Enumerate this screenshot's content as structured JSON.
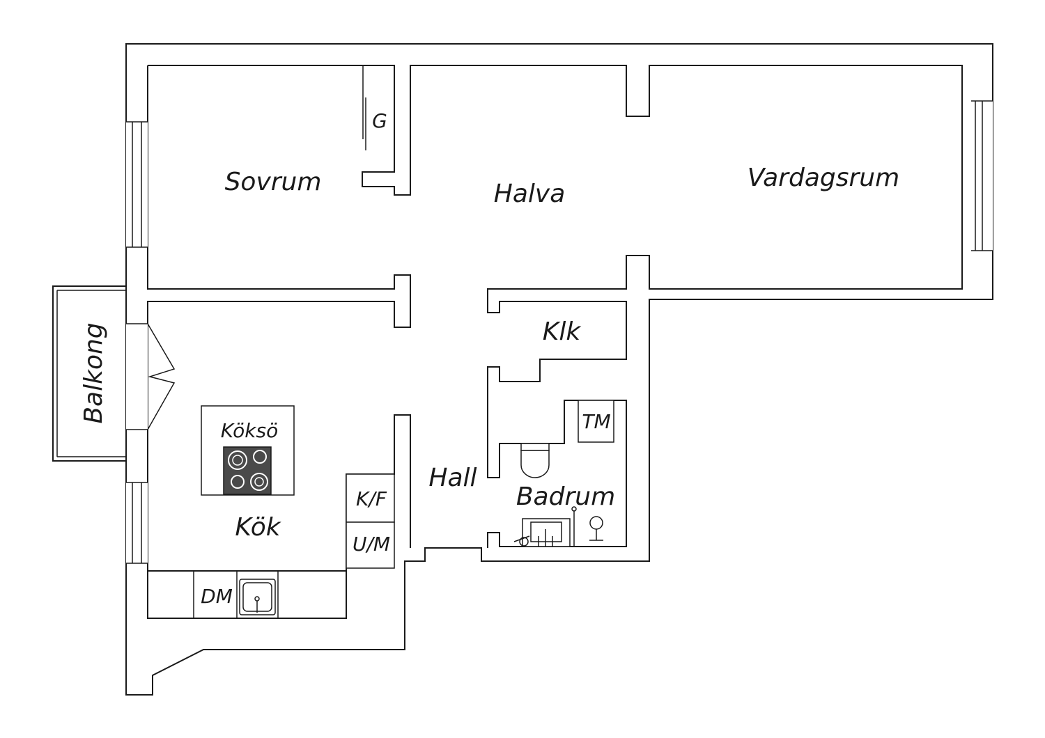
{
  "rooms": {
    "sovrum": "Sovrum",
    "halva": "Halva",
    "vardagsrum": "Vardagsrum",
    "balkong": "Balkong",
    "klk": "Klk",
    "kok": "Kök",
    "koksoe": "Köksö",
    "hall": "Hall",
    "badrum": "Badrum"
  },
  "fixtures": {
    "garderob": "G",
    "torktumlare": "TM",
    "kyl_frys": "K/F",
    "ugn_micro": "U/M",
    "diskmaskin": "DM"
  },
  "colors": {
    "line": "#1a1a1a",
    "background": "#ffffff",
    "cooktop": "#4a4a4a"
  }
}
